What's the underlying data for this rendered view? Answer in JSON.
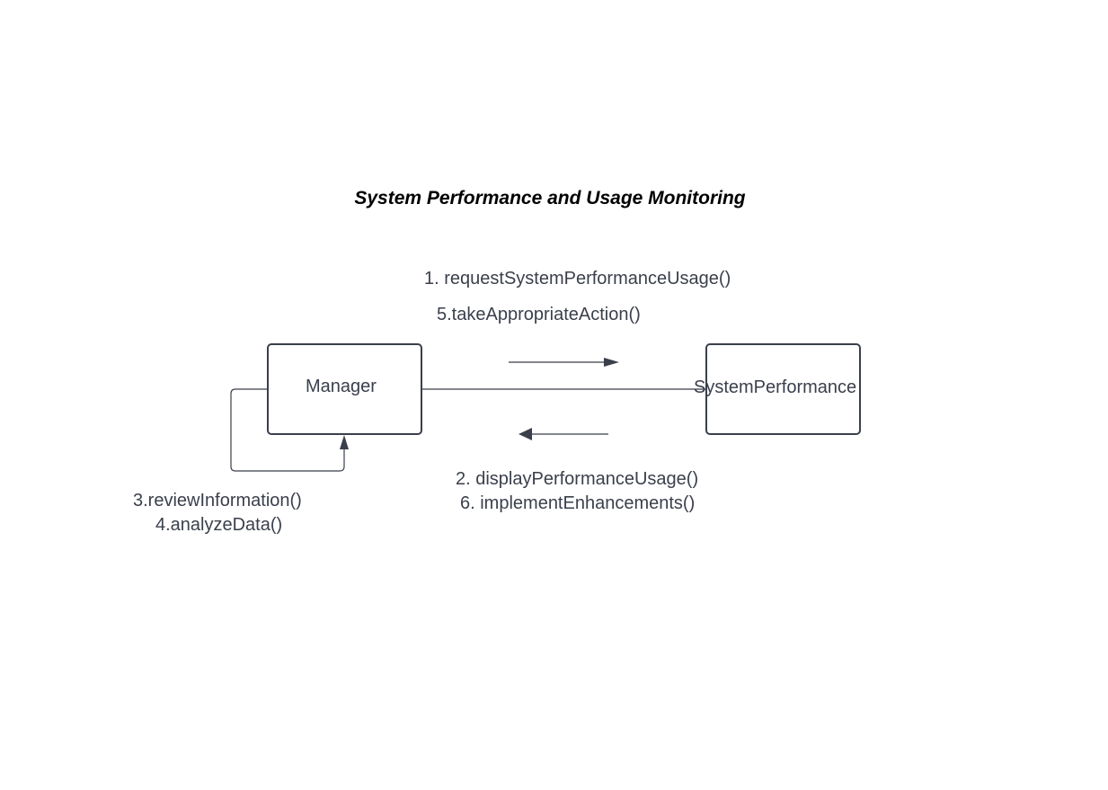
{
  "diagram": {
    "title": "System Performance and Usage Monitoring",
    "objects": {
      "manager": "Manager",
      "system": "SystemPerformance"
    },
    "messages": {
      "forward_1": "1. requestSystemPerformanceUsage()",
      "forward_2": "5.takeAppropriateAction()",
      "backward_1": "2. displayPerformanceUsage()",
      "backward_2": "6. implementEnhancements()",
      "self_1": "3.reviewInformation()",
      "self_2": "4.analyzeData()"
    },
    "colors": {
      "stroke": "#3a3f4b",
      "title": "#000000"
    }
  }
}
